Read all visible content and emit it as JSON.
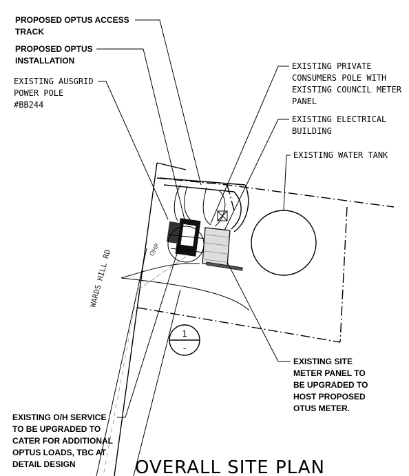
{
  "title": "OVERALL SITE PLAN",
  "road_name": "WARDS HILL RD",
  "ohp_label": "OHP",
  "section_marker": {
    "number": "1",
    "sub": "-"
  },
  "callouts": {
    "access_track": [
      "PROPOSED OPTUS ACCESS",
      "TRACK"
    ],
    "installation": [
      "PROPOSED OPTUS",
      "INSTALLATION"
    ],
    "ausgrid_pole": [
      "EXISTING AUSGRID",
      "POWER POLE",
      "#BB244"
    ],
    "private_pole": [
      "EXISTING PRIVATE",
      "CONSUMERS POLE WITH",
      "EXISTING COUNCIL METER",
      "PANEL"
    ],
    "electrical_building": [
      "EXISTING ELECTRICAL",
      "BUILDING"
    ],
    "water_tank": [
      "EXISTING WATER TANK"
    ],
    "site_meter": [
      "EXISTING SITE",
      "METER PANEL TO",
      "BE UPGRADED TO",
      "HOST PROPOSED",
      "OTUS METER."
    ],
    "oh_service": [
      "EXISTING O/H SERVICE",
      "TO BE UPGRADED TO",
      "CATER FOR ADDITIONAL",
      "OPTUS LOADS, TBC AT",
      "DETAIL DESIGN"
    ]
  }
}
